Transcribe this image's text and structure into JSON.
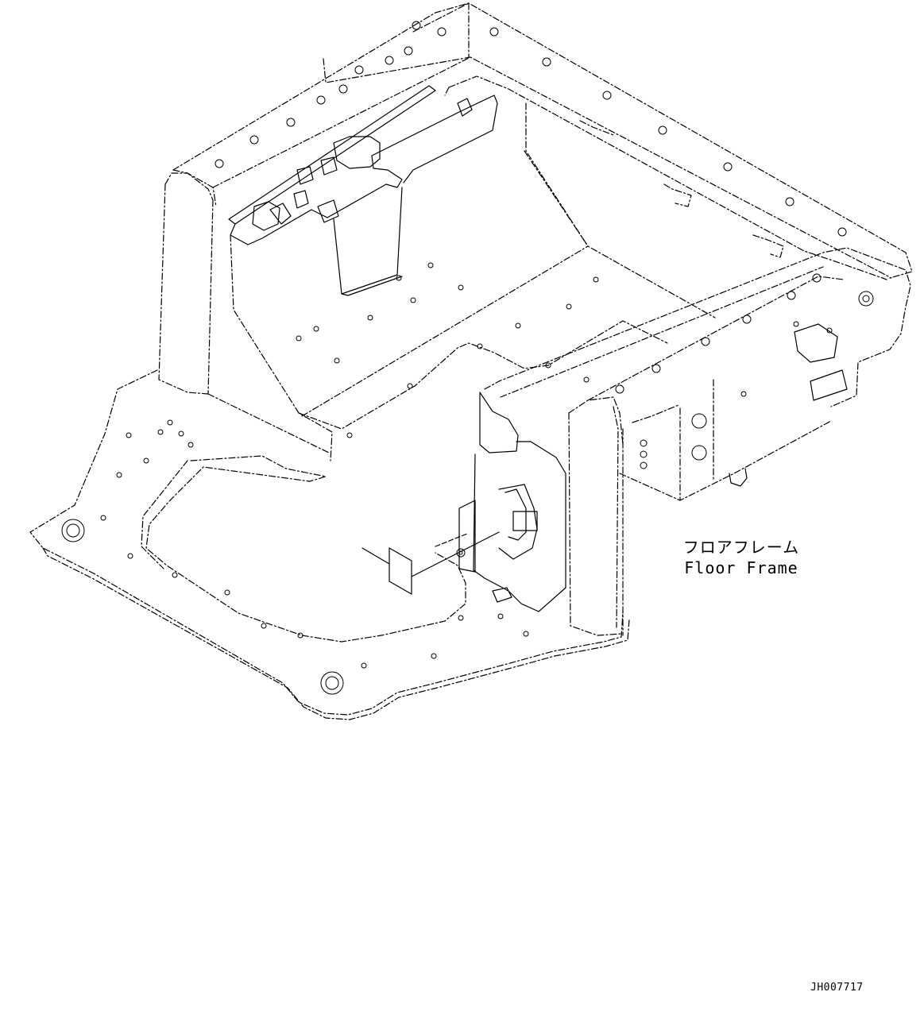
{
  "callout": {
    "name_jp": "フロアフレーム",
    "name_en": "Floor Frame"
  },
  "drawing_id": "JH007717",
  "colors": {
    "line": "#000000",
    "background": "#ffffff"
  }
}
